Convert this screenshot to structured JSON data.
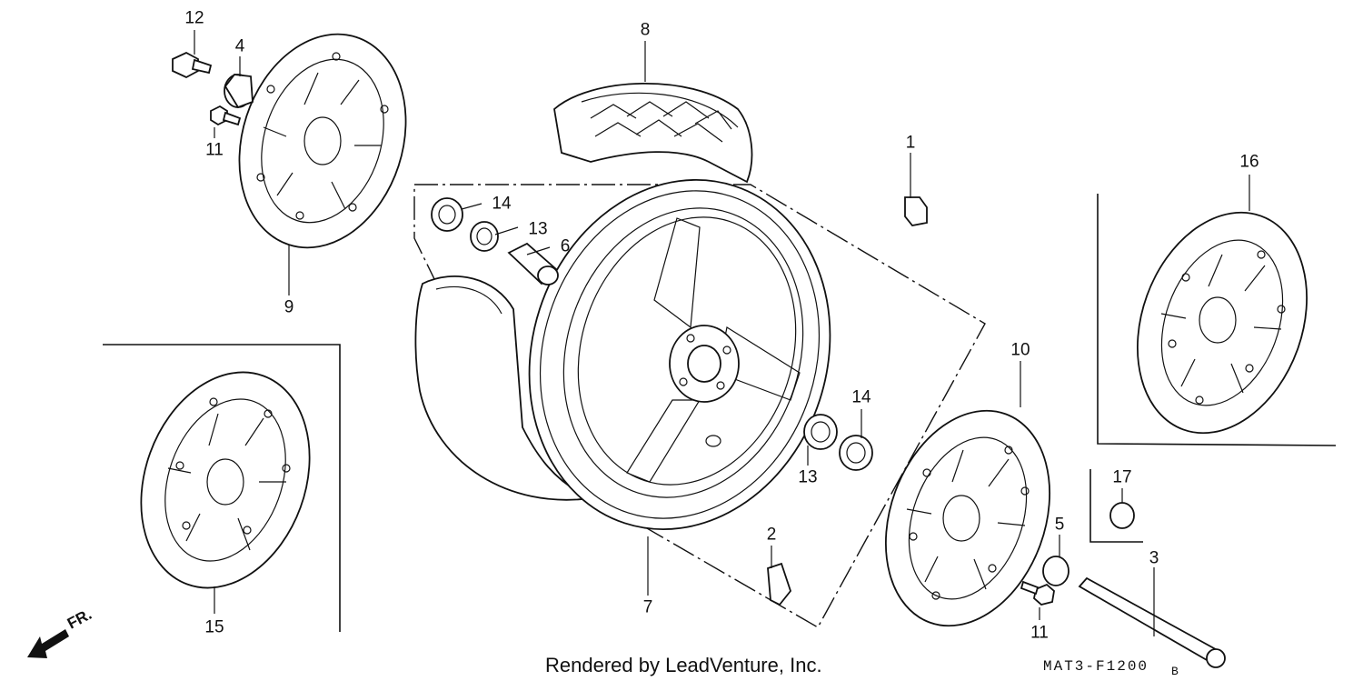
{
  "diagram": {
    "callouts": [
      {
        "id": "c1",
        "text": "1"
      },
      {
        "id": "c2",
        "text": "2"
      },
      {
        "id": "c3",
        "text": "3"
      },
      {
        "id": "c4",
        "text": "4"
      },
      {
        "id": "c5",
        "text": "5"
      },
      {
        "id": "c6",
        "text": "6"
      },
      {
        "id": "c7",
        "text": "7"
      },
      {
        "id": "c8",
        "text": "8"
      },
      {
        "id": "c9",
        "text": "9"
      },
      {
        "id": "c10",
        "text": "10"
      },
      {
        "id": "c11a",
        "text": "11"
      },
      {
        "id": "c11b",
        "text": "11"
      },
      {
        "id": "c12",
        "text": "12"
      },
      {
        "id": "c13a",
        "text": "13"
      },
      {
        "id": "c13b",
        "text": "13"
      },
      {
        "id": "c14a",
        "text": "14"
      },
      {
        "id": "c14b",
        "text": "14"
      },
      {
        "id": "c15",
        "text": "15"
      },
      {
        "id": "c16",
        "text": "16"
      },
      {
        "id": "c17",
        "text": "17"
      }
    ],
    "credit": "Rendered by LeadVenture, Inc.",
    "diagram_code": "MAT3-F1200",
    "diagram_code_suffix": "B",
    "front_marker": "FR."
  },
  "colors": {
    "ink": "#111111",
    "paper": "#ffffff"
  }
}
